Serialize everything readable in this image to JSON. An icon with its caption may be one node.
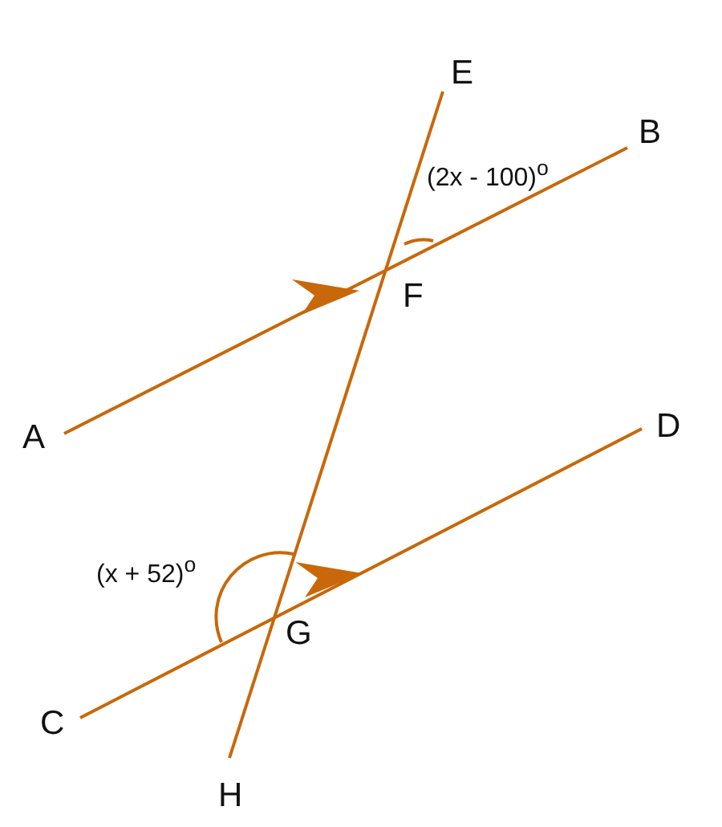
{
  "diagram": {
    "labels": [
      "E",
      "B",
      "(2x - 100)$^{o}$",
      "F",
      "A",
      "D",
      "(x + 52)$^{o}$",
      "G",
      "C",
      "H"
    ]
  }
}
